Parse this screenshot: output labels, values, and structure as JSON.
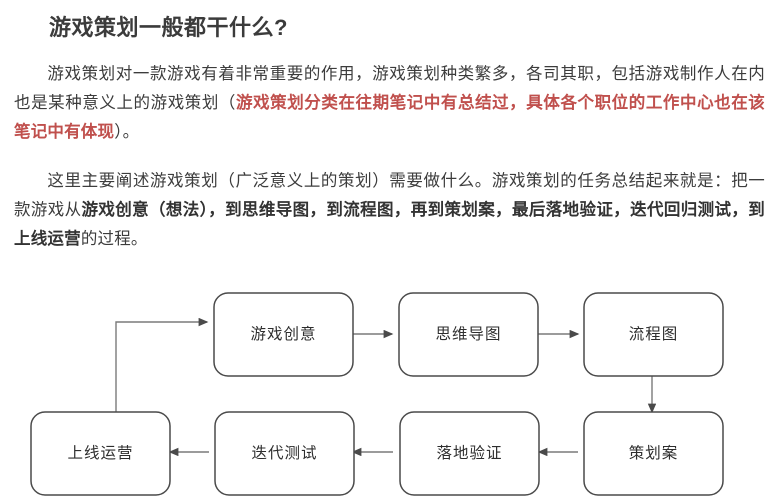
{
  "document": {
    "title": "游戏策划一般都干什么?",
    "paragraphs": [
      {
        "id": "p1",
        "runs": [
          {
            "text": "游戏策划对一款游戏有着非常重要的作用，游戏策划种类繁多，各司其职，包括游戏制作人在内也是某种意义上的游戏策划（",
            "style": "normal"
          },
          {
            "text": "游戏策划分类在往期笔记中有总结过，具体各个职位的工作中心也在该笔记中有体现",
            "style": "red-bold"
          },
          {
            "text": "）。",
            "style": "normal"
          }
        ]
      },
      {
        "id": "p2",
        "runs": [
          {
            "text": "这里主要阐述游戏策划（广泛意义上的策划）需要做什么。游戏策划的任务总结起来就是：把一款游戏从",
            "style": "normal"
          },
          {
            "text": "游戏创意（想法），到思维导图，到流程图，再到策划案，最后落地验证，迭代回归测试，到上线运营",
            "style": "bold"
          },
          {
            "text": "的过程。",
            "style": "normal"
          }
        ]
      }
    ]
  },
  "flowchart": {
    "type": "process-loop",
    "node_fill": "#ffffff",
    "node_stroke": "#4a4a4a",
    "connector_color": "#6b6b6b",
    "nodes": [
      {
        "id": "idea",
        "label": "游戏创意",
        "row": "top",
        "col": 1
      },
      {
        "id": "mindmap",
        "label": "思维导图",
        "row": "top",
        "col": 2
      },
      {
        "id": "flowdiagram",
        "label": "流程图",
        "row": "top",
        "col": 3
      },
      {
        "id": "proposal",
        "label": "策划案",
        "row": "bottom",
        "col": 4
      },
      {
        "id": "validation",
        "label": "落地验证",
        "row": "bottom",
        "col": 3
      },
      {
        "id": "iteration",
        "label": "迭代测试",
        "row": "bottom",
        "col": 2
      },
      {
        "id": "operation",
        "label": "上线运营",
        "row": "bottom",
        "col": 1
      }
    ],
    "edges": [
      {
        "from": "idea",
        "to": "mindmap",
        "direction": "right"
      },
      {
        "from": "mindmap",
        "to": "flowdiagram",
        "direction": "right"
      },
      {
        "from": "flowdiagram",
        "to": "proposal",
        "direction": "down"
      },
      {
        "from": "proposal",
        "to": "validation",
        "direction": "left"
      },
      {
        "from": "validation",
        "to": "iteration",
        "direction": "left"
      },
      {
        "from": "iteration",
        "to": "operation",
        "direction": "left"
      },
      {
        "from": "operation",
        "to": "idea",
        "direction": "loop-up-right"
      }
    ]
  }
}
